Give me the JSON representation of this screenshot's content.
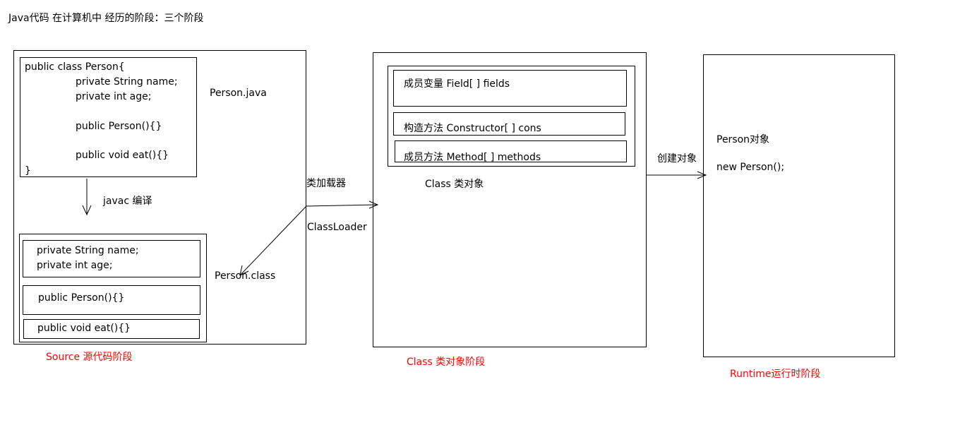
{
  "title": "Java代码 在计算机中 经历的阶段：三个阶段",
  "source": {
    "class_lines": [
      "public class Person{",
      "private String name;",
      "private int age;",
      "public Person(){}",
      "public void eat(){}",
      "}"
    ],
    "file_java": "Person.java",
    "compile_label": "javac 编译",
    "class_fields": [
      "private String name;",
      "private int age;"
    ],
    "class_constructor": "public Person(){}",
    "class_method": "public void eat(){}",
    "file_class": "Person.class",
    "stage_label": "Source 源代码阶段"
  },
  "loader": {
    "label_cn": "类加载器",
    "label_en": "ClassLoader"
  },
  "class_object": {
    "fields": "成员变量  Field[ ] fields",
    "constructors": "构造方法  Constructor[ ] cons",
    "methods": "成员方法 Method[ ] methods",
    "caption": "Class 类对象",
    "stage_label": "Class 类对象阶段"
  },
  "create_label": "创建对象",
  "runtime": {
    "object_label": "Person对象",
    "new_expr": "new Person();",
    "stage_label": "Runtime运行时阶段"
  },
  "colors": {
    "stage_label": "#ff0000",
    "line": "#000000"
  }
}
